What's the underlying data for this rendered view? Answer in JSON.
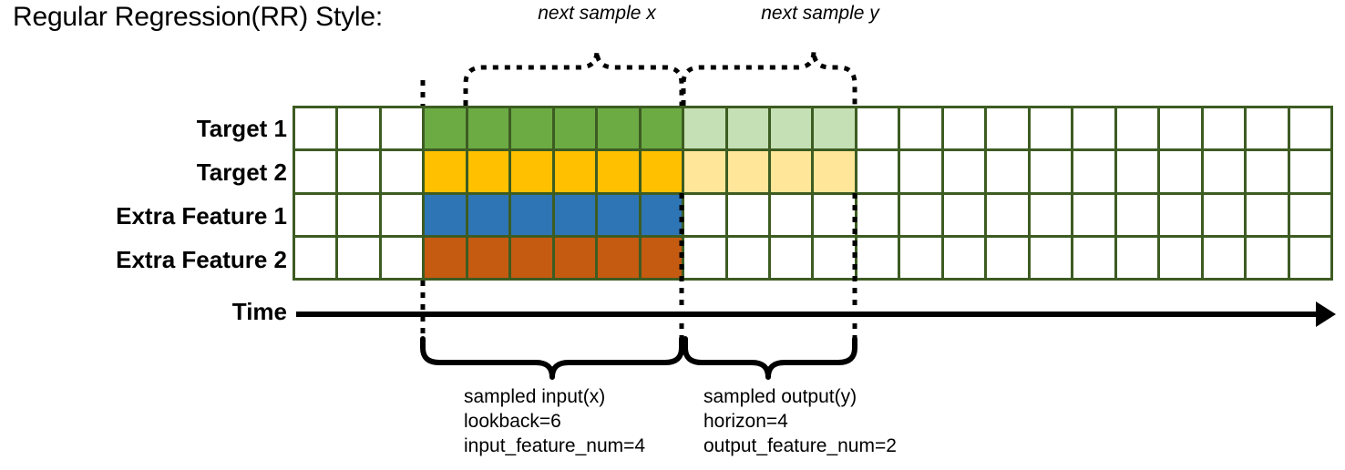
{
  "title": "Regular Regression(RR) Style:",
  "rows": [
    {
      "label": "Target 1",
      "color_key": "green"
    },
    {
      "label": "Target 2",
      "color_key": "amber"
    },
    {
      "label": "Extra Feature 1",
      "color_key": "blue"
    },
    {
      "label": "Extra Feature 2",
      "color_key": "rust"
    }
  ],
  "axis": {
    "label": "Time"
  },
  "annotations": {
    "top_left_brace": "next sample x",
    "top_right_brace": "next sample y",
    "bottom_left_brace": {
      "line1": "sampled input(x)",
      "line2": "lookback=6",
      "line3": "input_feature_num=4"
    },
    "bottom_right_brace": {
      "line1": "sampled output(y)",
      "line2": "horizon=4",
      "line3": "output_feature_num=2"
    }
  },
  "colors": {
    "grid_border": "#3d5c22",
    "green": "#6cab44",
    "green_light": "#c5e0b4",
    "amber": "#ffc000",
    "amber_light": "#ffe699",
    "blue": "#2e75b6",
    "rust": "#c55a11",
    "cell_empty": "#ffffff",
    "ink": "#000000"
  },
  "chart_data": {
    "type": "heatmap",
    "title": "Regular Regression(RR) Style:",
    "xlabel": "Time",
    "ylabel": "",
    "total_timesteps": 24,
    "lookback": 6,
    "horizon": 4,
    "input_feature_num": 4,
    "output_feature_num": 2,
    "input_window_start_index": 3,
    "input_window_end_index": 8,
    "output_window_start_index": 9,
    "output_window_end_index": 12,
    "categories": [
      "Target 1",
      "Target 2",
      "Extra Feature 1",
      "Extra Feature 2"
    ],
    "series": [
      {
        "name": "Target 1",
        "fills": [
          "empty",
          "empty",
          "empty",
          "green",
          "green",
          "green",
          "green",
          "green",
          "green",
          "green-light",
          "green-light",
          "green-light",
          "green-light",
          "empty",
          "empty",
          "empty",
          "empty",
          "empty",
          "empty",
          "empty",
          "empty",
          "empty",
          "empty",
          "empty"
        ]
      },
      {
        "name": "Target 2",
        "fills": [
          "empty",
          "empty",
          "empty",
          "amber",
          "amber",
          "amber",
          "amber",
          "amber",
          "amber",
          "amber-light",
          "amber-light",
          "amber-light",
          "amber-light",
          "empty",
          "empty",
          "empty",
          "empty",
          "empty",
          "empty",
          "empty",
          "empty",
          "empty",
          "empty",
          "empty"
        ]
      },
      {
        "name": "Extra Feature 1",
        "fills": [
          "empty",
          "empty",
          "empty",
          "blue",
          "blue",
          "blue",
          "blue",
          "blue",
          "blue",
          "empty",
          "empty",
          "empty",
          "empty",
          "empty",
          "empty",
          "empty",
          "empty",
          "empty",
          "empty",
          "empty",
          "empty",
          "empty",
          "empty",
          "empty"
        ]
      },
      {
        "name": "Extra Feature 2",
        "fills": [
          "empty",
          "empty",
          "empty",
          "rust",
          "rust",
          "rust",
          "rust",
          "rust",
          "rust",
          "empty",
          "empty",
          "empty",
          "empty",
          "empty",
          "empty",
          "empty",
          "empty",
          "empty",
          "empty",
          "empty",
          "empty",
          "empty",
          "empty",
          "empty"
        ]
      }
    ],
    "legend": [
      "next sample x",
      "next sample y",
      "sampled input(x)",
      "sampled output(y)"
    ],
    "grid": true
  }
}
